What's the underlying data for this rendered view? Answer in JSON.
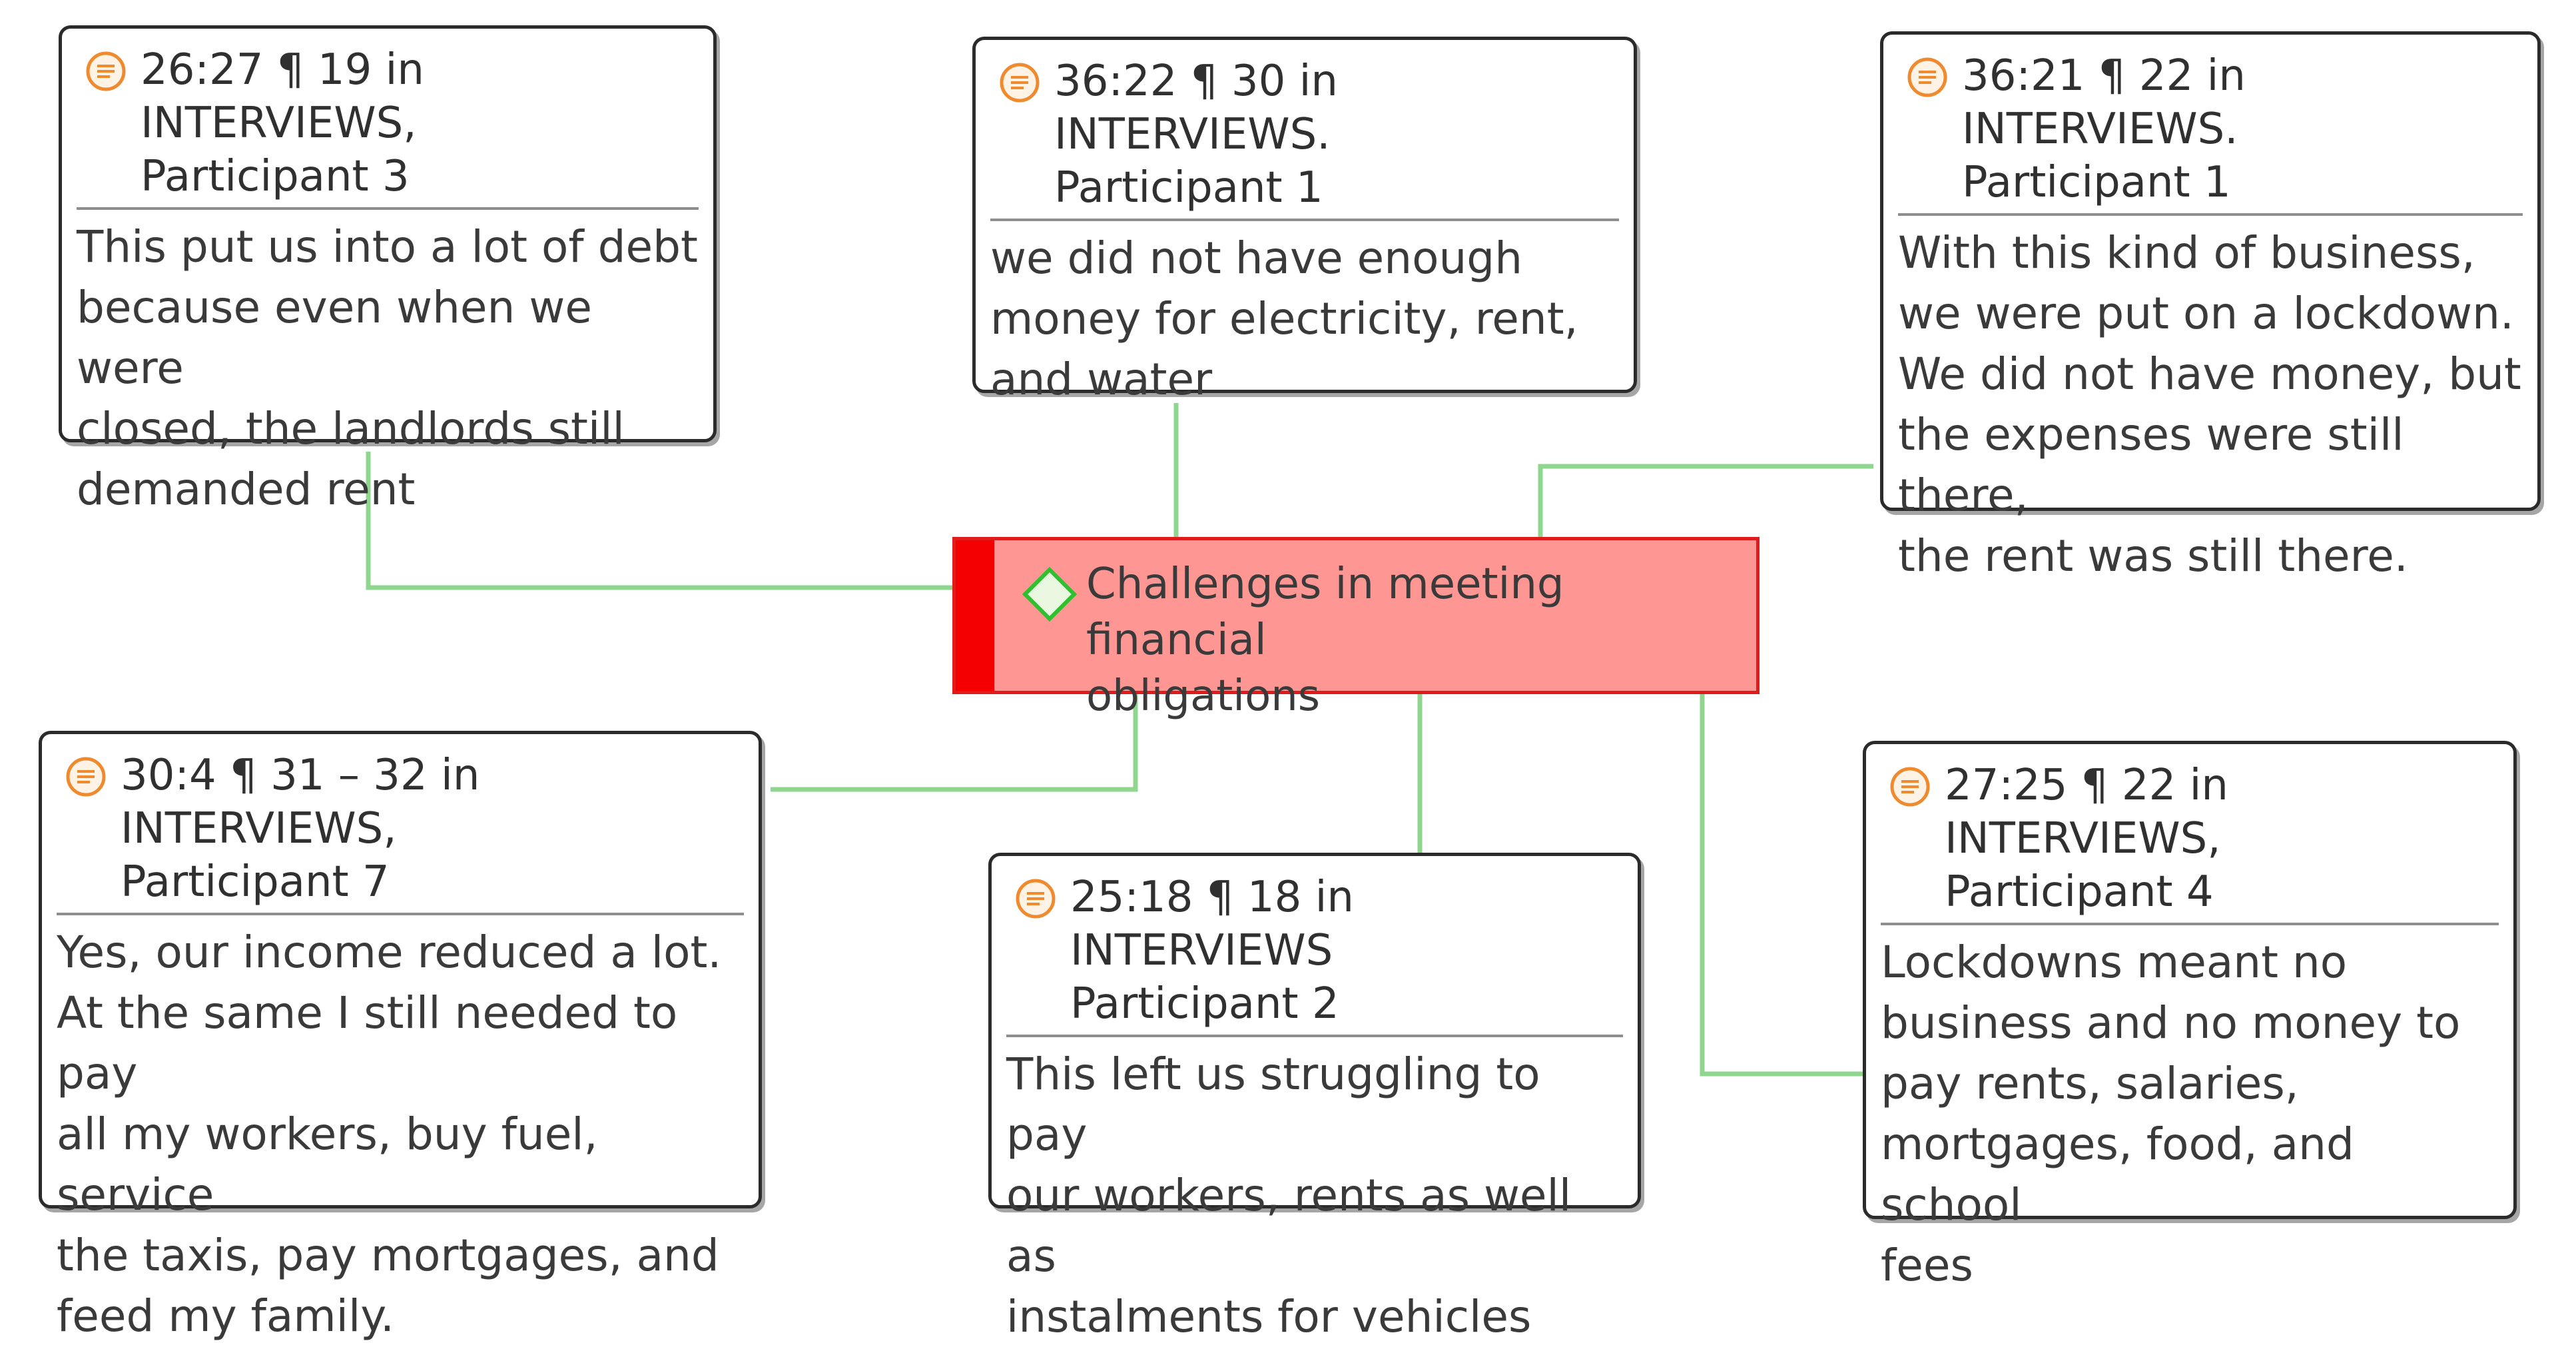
{
  "diagram": {
    "code": {
      "label_line1": "Challenges in meeting financial",
      "label_line2": "obligations",
      "icon": "code-diamond-icon",
      "colors": {
        "fill": "#fe9793",
        "border": "#e01b1b",
        "bar": "#f40000",
        "icon": "#2fbf2f"
      }
    },
    "link_color": "#8fd68f",
    "quote_icon": "quotation-icon",
    "quotations": [
      {
        "title_line1": "26:27 ¶ 19 in INTERVIEWS,",
        "title_line2": "Participant 3",
        "lines": [
          "This put us into a lot of debt",
          "because even when we were",
          "closed, the landlords still",
          "demanded rent"
        ]
      },
      {
        "title_line1": "36:22 ¶ 30 in INTERVIEWS.",
        "title_line2": "Participant 1",
        "lines": [
          "we did not have enough",
          "money for electricity, rent,",
          "and water"
        ]
      },
      {
        "title_line1": "36:21 ¶ 22 in INTERVIEWS.",
        "title_line2": "Participant 1",
        "lines": [
          "With this kind of business,",
          "we were put on a lockdown.",
          "We did not have money, but",
          "the expenses were still there,",
          "the rent was still there."
        ]
      },
      {
        "title_line1": "30:4 ¶ 31 – 32 in INTERVIEWS,",
        "title_line2": "Participant 7",
        "lines": [
          "Yes, our income reduced a lot.",
          "At the same I still needed to pay",
          "all my workers, buy fuel, service",
          "the taxis, pay mortgages, and",
          "feed my family."
        ]
      },
      {
        "title_line1": "25:18 ¶ 18 in INTERVIEWS",
        "title_line2": "Participant 2",
        "lines": [
          "This left us struggling to pay",
          "our workers, rents as well as",
          "instalments for vehicles"
        ]
      },
      {
        "title_line1": "27:25 ¶ 22 in INTERVIEWS,",
        "title_line2": "Participant 4",
        "lines": [
          "Lockdowns meant no",
          "business and no money to",
          "pay rents, salaries,",
          "mortgages, food, and school",
          "fees"
        ]
      }
    ]
  }
}
